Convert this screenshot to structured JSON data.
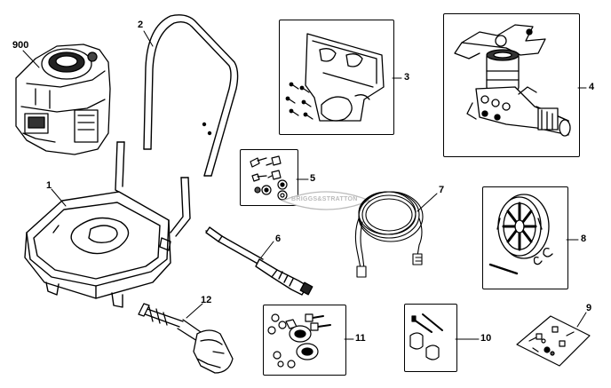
{
  "diagram": {
    "parts": [
      {
        "id": "900",
        "label": "900",
        "name": "engine"
      },
      {
        "id": "1",
        "label": "1",
        "name": "base-frame"
      },
      {
        "id": "2",
        "label": "2",
        "name": "handle"
      },
      {
        "id": "3",
        "label": "3",
        "name": "bracket-kit"
      },
      {
        "id": "4",
        "label": "4",
        "name": "pump"
      },
      {
        "id": "5",
        "label": "5",
        "name": "hardware-kit"
      },
      {
        "id": "6",
        "label": "6",
        "name": "wand"
      },
      {
        "id": "7",
        "label": "7",
        "name": "hose"
      },
      {
        "id": "8",
        "label": "8",
        "name": "wheel-kit"
      },
      {
        "id": "9",
        "label": "9",
        "name": "fastener-pack"
      },
      {
        "id": "10",
        "label": "10",
        "name": "bolt-kit"
      },
      {
        "id": "11",
        "label": "11",
        "name": "axle-hardware-kit"
      },
      {
        "id": "12",
        "label": "12",
        "name": "spray-gun"
      }
    ],
    "watermark": "BRIGGS&STRATTON"
  }
}
